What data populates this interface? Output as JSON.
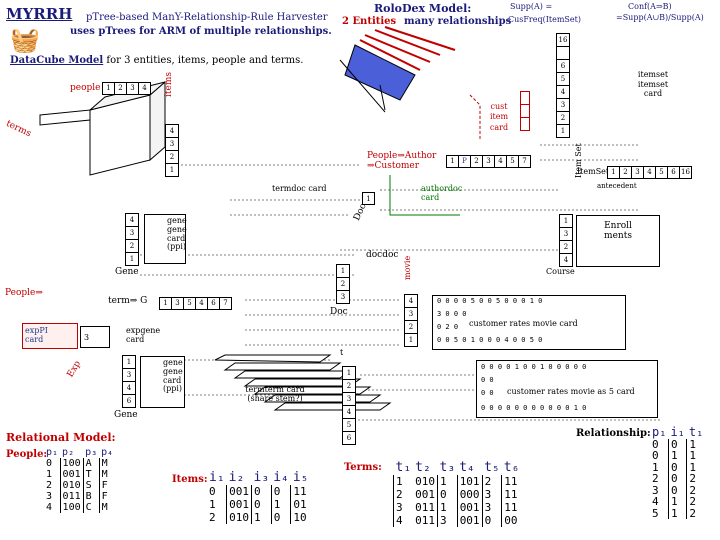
{
  "header": {
    "brand": "MYRRH",
    "subtitle": "pTree-based ManY-Relationship-Rule Harvester",
    "tagline": "uses pTrees for ARM of multiple relationships.",
    "rolodex_title": "RoloDex Model:",
    "entities_label": "2 Entities",
    "relationships_label": "many relationships",
    "supp_line1": "Supp(A) =",
    "supp_line2": "CusFreq(ItemSet)",
    "conf_line1": "Conf(A⇒B)",
    "conf_line2": "=Supp(A∪B)/Supp(A)"
  },
  "datacube": {
    "title": "DataCube Model",
    "title_rest": " for 3 entities, items, people and terms.",
    "people_label": "people",
    "people_idx": [
      "1",
      "2",
      "3",
      "4"
    ],
    "items_label": "items",
    "terms_label": "terms",
    "items_idx": [
      "4",
      "3",
      "2",
      "1"
    ]
  },
  "right_top": {
    "idx": [
      "16",
      "",
      "6",
      "5",
      "4",
      "3",
      "2",
      "1"
    ],
    "itemset_label": "itemset itemset card",
    "item_set_axis": "Item Set",
    "cust_label": "cust item card"
  },
  "author": {
    "people_author": "People⇒Author",
    "customer": "⇒Customer",
    "row": [
      "1",
      "P",
      "2",
      "3",
      "4",
      "5",
      "7"
    ],
    "itemset_bottom": "ItemSet",
    "itemset_nums": [
      "1",
      "2",
      "3",
      "4",
      "5",
      "6",
      "16"
    ],
    "authordoc": "authordoc card",
    "antecedent": "antecedent"
  },
  "mid": {
    "termdoc": "termdoc card",
    "doc_label": "Doc",
    "gene_lines": [
      "gene",
      "gene",
      "card",
      "(ppi)"
    ],
    "gene_idx": [
      "4",
      "3",
      "2",
      "1"
    ],
    "gene_label": "Gene",
    "docdoc": "docdoc",
    "movie_label": "movie",
    "doc_idx": [
      "1",
      "2",
      "3"
    ],
    "enroll": "Enroll ments",
    "course_idx": [
      "1",
      "3",
      "2",
      "4"
    ],
    "course_label": "Course"
  },
  "lower": {
    "people_arrow": "People⇒",
    "term_g": "term⇒ G",
    "term_row": [
      "1",
      "3",
      "5",
      "4",
      "6",
      "7"
    ],
    "doc_label2": "Doc",
    "expPI": "expPI card",
    "expgene": "expgene card",
    "exp_label": "Exp",
    "gene_idx2": [
      "1",
      "3",
      "4",
      "6"
    ],
    "gene_lines2": [
      "gene",
      "gene",
      "card",
      "(ppi)"
    ],
    "gene_label2": "Gene",
    "termterm": "termterm card (share stem?)",
    "term_col": [
      "1",
      "2",
      "3",
      "4",
      "5",
      "6"
    ],
    "t_label": "t",
    "cust_movie": "customer rates movie card",
    "cust_movie5": "customer rates movie as 5 card",
    "rate_rows": [
      "4",
      "3",
      "2",
      "1"
    ]
  },
  "relational": {
    "title": "Relational Model:",
    "people_label": "People:",
    "people_headers": [
      "p₁",
      "p₂",
      "p₃",
      "p₄"
    ],
    "people_rows": [
      [
        "0",
        "100",
        "A",
        "M"
      ],
      [
        "1",
        "001",
        "T",
        "M"
      ],
      [
        "2",
        "010",
        "S",
        "F"
      ],
      [
        "3",
        "011",
        "B",
        "F"
      ],
      [
        "4",
        "100",
        "C",
        "M"
      ]
    ],
    "items_label": "Items:",
    "items_headers": [
      "i₁",
      "i₂",
      "i₃",
      "i₄",
      "i₅"
    ],
    "items_rows": [
      [
        "0",
        "001",
        "0",
        "0",
        "11"
      ],
      [
        "1",
        "001",
        "0",
        "1",
        "01"
      ],
      [
        "2",
        "010",
        "1",
        "0",
        "10"
      ]
    ],
    "terms_label": "Terms:",
    "terms_headers": [
      "t₁",
      "t₂",
      "t₃",
      "t₄",
      "t₅",
      "t₆"
    ],
    "terms_rows": [
      [
        "1",
        "010",
        "1",
        "101",
        "2",
        "11"
      ],
      [
        "2",
        "001",
        "0",
        "000",
        "3",
        "11"
      ],
      [
        "3",
        "011",
        "1",
        "001",
        "3",
        "11"
      ],
      [
        "4",
        "011",
        "3",
        "001",
        "0",
        "00"
      ]
    ],
    "rel_label": "Relationship:",
    "rel_headers": [
      "p₁",
      "i₁",
      "t₁"
    ],
    "rel_rows": [
      [
        "0",
        "0",
        "1"
      ],
      [
        "0",
        "1",
        "1"
      ],
      [
        "1",
        "0",
        "1"
      ],
      [
        "2",
        "0",
        "2"
      ],
      [
        "3",
        "0",
        "2"
      ],
      [
        "4",
        "1",
        "2"
      ],
      [
        "5",
        "1",
        "2"
      ]
    ]
  },
  "colors": {
    "title_navy": "#1b1b7a",
    "accent_red": "#c00000",
    "accent_green": "#007700",
    "accent_blue": "#1e3a8a"
  }
}
